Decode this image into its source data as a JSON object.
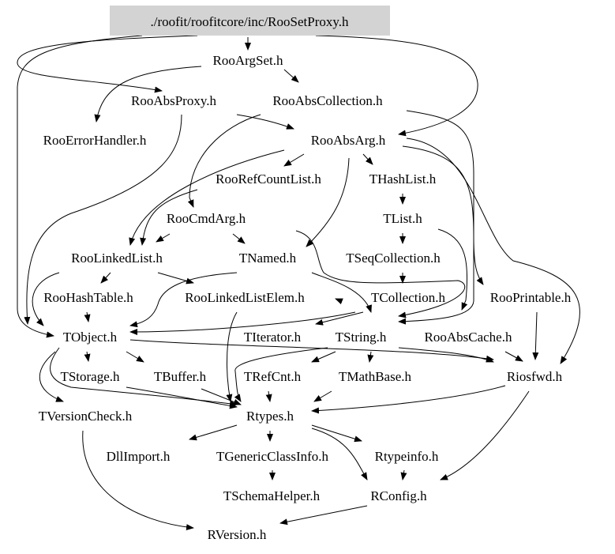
{
  "colors": {
    "root_fill": "#d3d3d3",
    "text": "#000000",
    "edge": "#000000",
    "background": "#ffffff"
  },
  "nodes": {
    "root": "./roofit/roofitcore/inc/RooSetProxy.h",
    "rooargset": "RooArgSet.h",
    "rooabsproxy": "RooAbsProxy.h",
    "rooabscollection": "RooAbsCollection.h",
    "rooerrorhandler": "RooErrorHandler.h",
    "rooabsarg": "RooAbsArg.h",
    "roorefcountlist": "RooRefCountList.h",
    "thashlist": "THashList.h",
    "roocmdarg": "RooCmdArg.h",
    "tlist": "TList.h",
    "roolinkedlist": "RooLinkedList.h",
    "tnamed": "TNamed.h",
    "tseqcollection": "TSeqCollection.h",
    "roohashtable": "RooHashTable.h",
    "roolinkedlistelem": "RooLinkedListElem.h",
    "tcollection": "TCollection.h",
    "rooprintable": "RooPrintable.h",
    "tobject": "TObject.h",
    "titerator": "TIterator.h",
    "tstring": "TString.h",
    "rooabscache": "RooAbsCache.h",
    "tstorage": "TStorage.h",
    "tbuffer": "TBuffer.h",
    "trefcnt": "TRefCnt.h",
    "tmathbase": "TMathBase.h",
    "riosfwd": "Riosfwd.h",
    "tversioncheck": "TVersionCheck.h",
    "rtypes": "Rtypes.h",
    "dllimport": "DllImport.h",
    "tgenericclassinfo": "TGenericClassInfo.h",
    "rtypeinfo": "Rtypeinfo.h",
    "tschemahelper": "TSchemaHelper.h",
    "rconfig": "RConfig.h",
    "rversion": "RVersion.h"
  }
}
